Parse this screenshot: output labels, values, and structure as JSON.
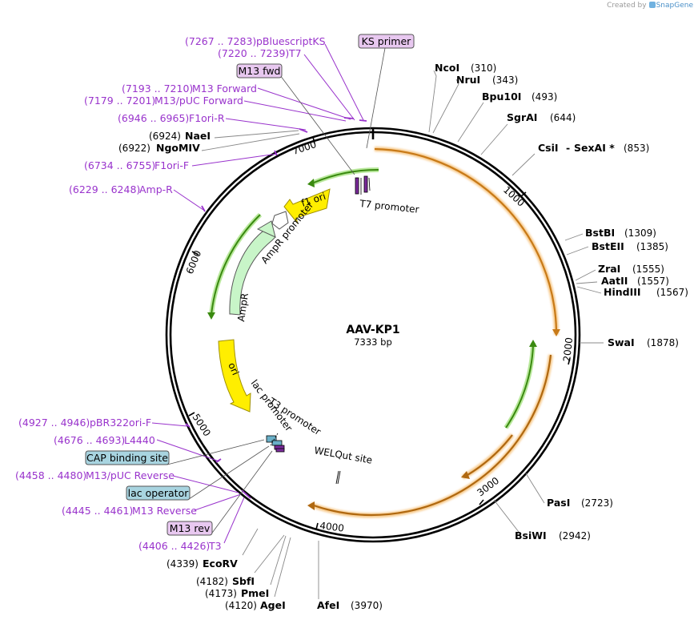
{
  "credit": {
    "prefix": "Created by",
    "brand": "SnapGene"
  },
  "plasmid": {
    "name": "AAV-KP1",
    "size": "7333 bp"
  },
  "ticks": [
    "1000",
    "2000",
    "3000",
    "4000",
    "5000",
    "6000",
    "7000"
  ],
  "features": {
    "t7_promoter": "T7 promoter",
    "f1_ori": "f1 ori",
    "ampr_promoter": "AmpR promoter",
    "ampr": "AmpR",
    "ori": "ori",
    "lac_promoter": "lac promoter",
    "t3_promoter": "T3 promoter",
    "welqut": "WELQut site"
  },
  "enzymes_right": [
    {
      "name": "NcoI",
      "pos": "(310)"
    },
    {
      "name": "NruI",
      "pos": "(343)"
    },
    {
      "name": "Bpu10I",
      "pos": "(493)"
    },
    {
      "name": "SgrAI",
      "pos": "(644)"
    },
    {
      "name": "CsiI",
      "name2": "SexAI *",
      "pos": "(853)"
    },
    {
      "name": "BstBI",
      "pos": "(1309)"
    },
    {
      "name": "BstEII",
      "pos": "(1385)"
    },
    {
      "name": "ZraI",
      "pos": "(1555)"
    },
    {
      "name": "AatII",
      "pos": "(1557)"
    },
    {
      "name": "HindIII",
      "pos": "(1567)"
    },
    {
      "name": "SwaI",
      "pos": "(1878)"
    },
    {
      "name": "PasI",
      "pos": "(2723)"
    },
    {
      "name": "BsiWI",
      "pos": "(2942)"
    }
  ],
  "enzymes_bottom": [
    {
      "name": "AfeI",
      "pos": "(3970)"
    },
    {
      "name": "AgeI",
      "pos": "(4120)"
    },
    {
      "name": "PmeI",
      "pos": "(4173)"
    },
    {
      "name": "SbfI",
      "pos": "(4182)"
    },
    {
      "name": "EcoRV",
      "pos": "(4339)"
    }
  ],
  "enzymes_left": [
    {
      "name": "NaeI",
      "pos": "(6924)"
    },
    {
      "name": "NgoMIV",
      "pos": "(6922)"
    }
  ],
  "primers_top": [
    {
      "range": "(7267 .. 7283)",
      "name": "pBluescriptKS"
    },
    {
      "range": "(7220 .. 7239)",
      "name": "T7"
    },
    {
      "range": "(7193 .. 7210)",
      "name": "M13 Forward"
    },
    {
      "range": "(7179 .. 7201)",
      "name": "M13/pUC Forward"
    },
    {
      "range": "(6946 .. 6965)",
      "name": "F1ori-R"
    },
    {
      "range": "(6734 .. 6755)",
      "name": "F1ori-F"
    },
    {
      "range": "(6229 .. 6248)",
      "name": "Amp-R"
    }
  ],
  "primers_bottom": [
    {
      "range": "(4927 .. 4946)",
      "name": "pBR322ori-F"
    },
    {
      "range": "(4676 .. 4693)",
      "name": "L4440"
    },
    {
      "range": "(4458 .. 4480)",
      "name": "M13/pUC Reverse"
    },
    {
      "range": "(4445 .. 4461)",
      "name": "M13 Reverse"
    },
    {
      "range": "(4406 .. 4426)",
      "name": "T3"
    }
  ],
  "boxes": {
    "ks_primer": "KS primer",
    "m13_fwd": "M13 fwd",
    "cap_binding": "CAP binding site",
    "lac_operator": "lac operator",
    "m13_rev": "M13 rev"
  },
  "colors": {
    "primer": "#9933cc",
    "primer_box": "#e8c8f0",
    "site_box": "#a8d4e0",
    "orange_feature": "#e0902a",
    "green_feature": "#4a9a1a",
    "yellow_feature": "#ffee00",
    "ampr_fill": "#c8f5c8"
  }
}
